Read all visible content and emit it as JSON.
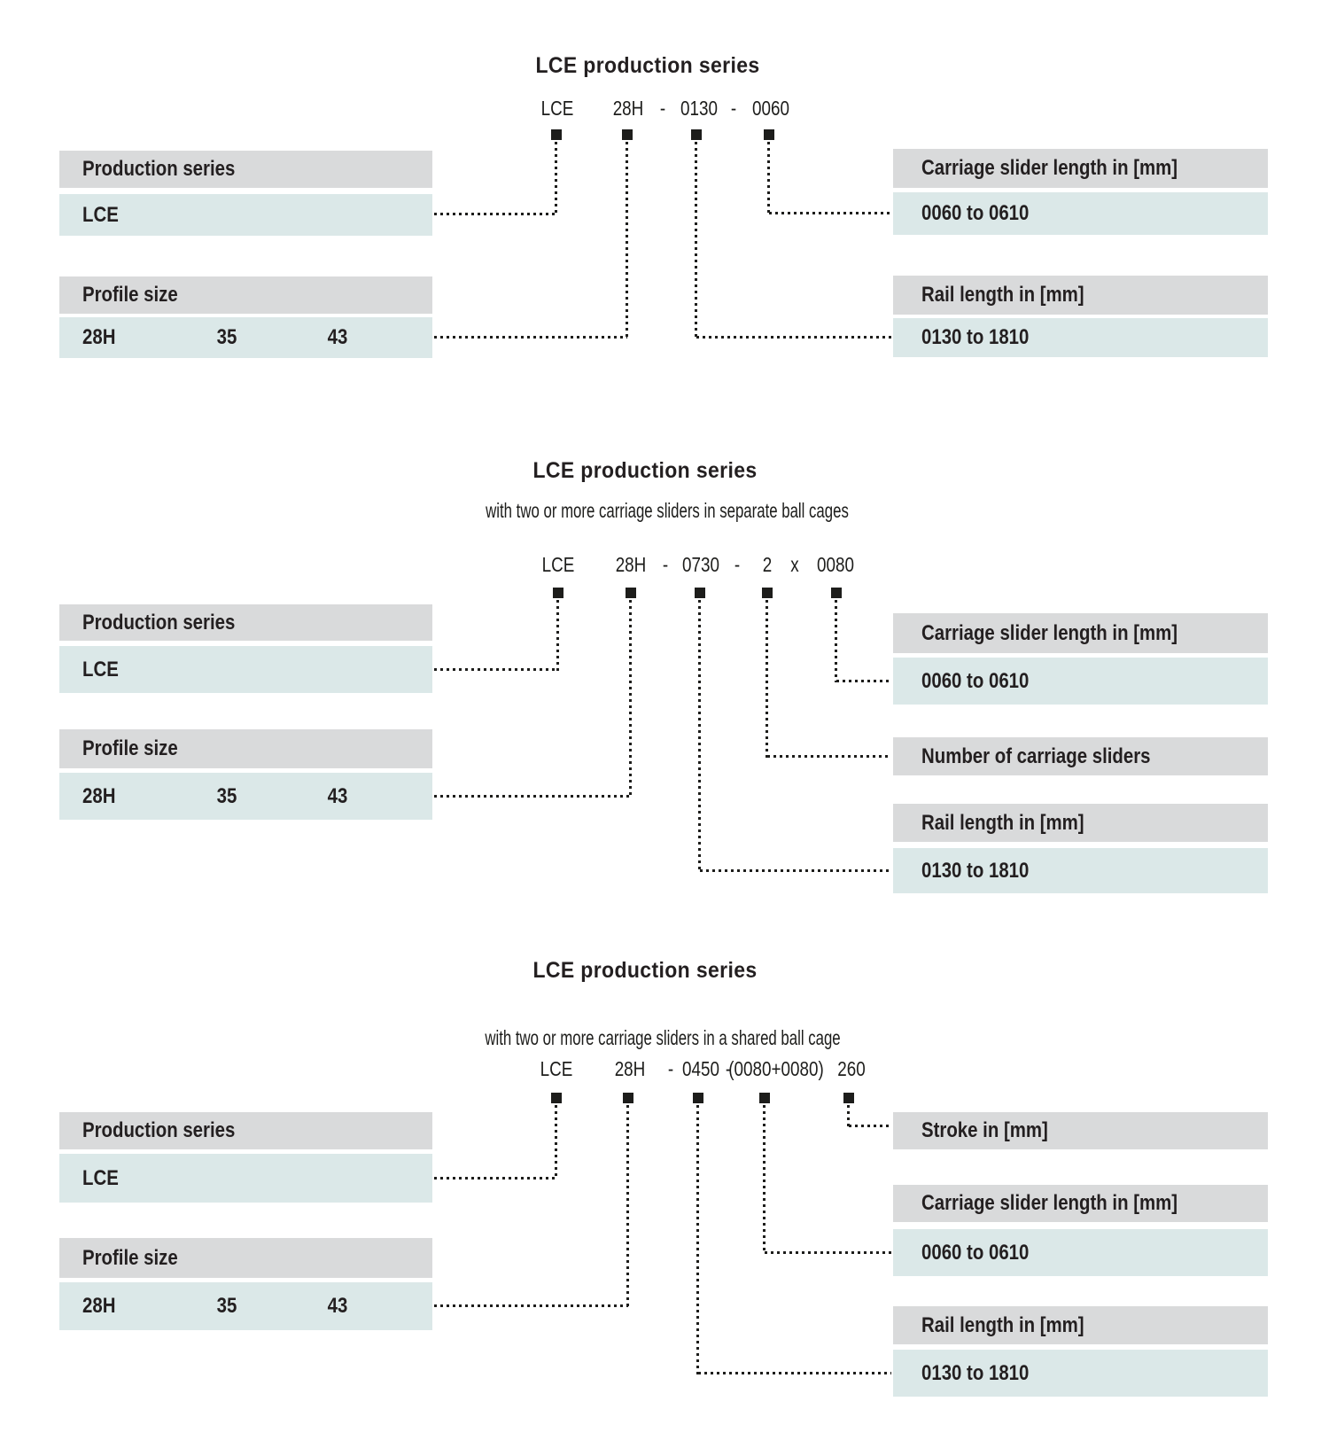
{
  "document": {
    "kind": "ordering-key diagram page",
    "background": "#ffffff"
  },
  "colors": {
    "header_box_bg": "#d9dadb",
    "value_box_bg": "#dbe8e8",
    "text": "#231f20",
    "connector": "#1d1d1b"
  },
  "sections": [
    {
      "title": "LCE production series",
      "subtitle": "",
      "code_tokens": [
        "LCE",
        "28H",
        "-",
        "0130",
        "-",
        "0060"
      ],
      "left": [
        {
          "header": "Production series",
          "value": "LCE"
        },
        {
          "header": "Profile size",
          "values": [
            "28H",
            "35",
            "43"
          ]
        }
      ],
      "right": [
        {
          "header": "Carriage slider length in [mm]",
          "value": "0060 to 0610"
        },
        {
          "header": "Rail length in [mm]",
          "value": "0130 to 1810"
        }
      ]
    },
    {
      "title": "LCE production series",
      "subtitle": "with two or more carriage sliders in separate ball cages",
      "code_tokens": [
        "LCE",
        "28H",
        "-",
        "0730",
        "-",
        "2",
        "x",
        "0080"
      ],
      "left": [
        {
          "header": "Production series",
          "value": "LCE"
        },
        {
          "header": "Profile size",
          "values": [
            "28H",
            "35",
            "43"
          ]
        }
      ],
      "right": [
        {
          "header": "Carriage slider length in [mm]",
          "value": "0060 to 0610"
        },
        {
          "header": "Number of carriage sliders",
          "value": ""
        },
        {
          "header": "Rail length in [mm]",
          "value": "0130 to 1810"
        }
      ]
    },
    {
      "title": "LCE production series",
      "subtitle": "with two or more carriage sliders in a shared ball cage",
      "code_tokens": [
        "LCE",
        "28H",
        "-",
        "0450",
        "-",
        "(0080+0080)",
        "260"
      ],
      "left": [
        {
          "header": "Production series",
          "value": "LCE"
        },
        {
          "header": "Profile size",
          "values": [
            "28H",
            "35",
            "43"
          ]
        }
      ],
      "right": [
        {
          "header": "Stroke in [mm]",
          "value": ""
        },
        {
          "header": "Carriage slider length in [mm]",
          "value": "0060 to 0610"
        },
        {
          "header": "Rail length in [mm]",
          "value": "0130 to 1810"
        }
      ]
    }
  ]
}
